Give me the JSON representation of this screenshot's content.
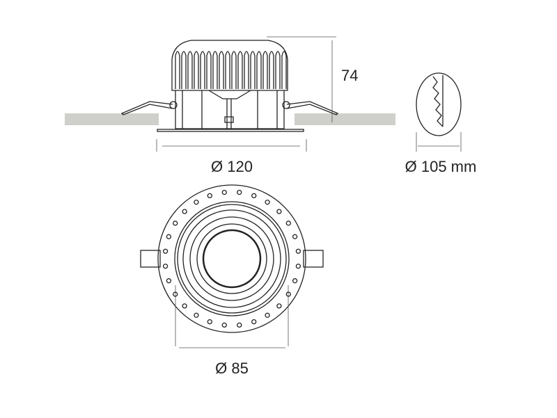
{
  "dimensions": {
    "height_label": "74",
    "outer_diameter_label": "Ø 120",
    "cutout_diameter_label": "Ø 105 mm",
    "aperture_diameter_label": "Ø 85"
  },
  "colors": {
    "ceiling": "#cfcfcb",
    "line": "#222222"
  }
}
